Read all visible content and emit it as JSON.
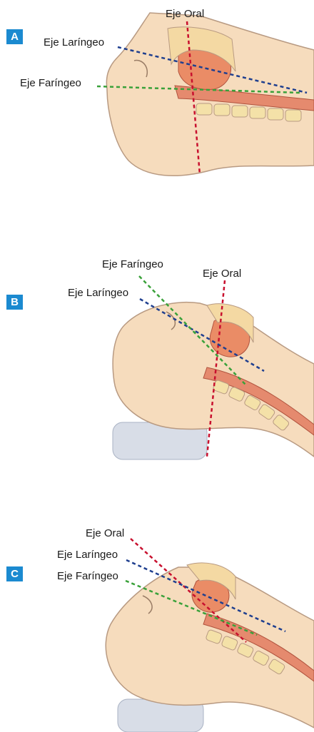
{
  "colors": {
    "oral_axis": "#c8102e",
    "laryngeal_axis": "#1f3f8f",
    "pharyngeal_axis": "#3aa13a",
    "badge": "#1b8ad0",
    "skin": "#f6dcbd",
    "pillow": "#d8dde7"
  },
  "panels": [
    {
      "letter": "A",
      "labels": {
        "oral": "Eje Oral",
        "laryngeal": "Eje Laríngeo",
        "pharyngeal": "Eje Faríngeo"
      }
    },
    {
      "letter": "B",
      "labels": {
        "oral": "Eje Oral",
        "laryngeal": "Eje Laríngeo",
        "pharyngeal": "Eje Faríngeo"
      }
    },
    {
      "letter": "C",
      "labels": {
        "oral": "Eje Oral",
        "laryngeal": "Eje Laríngeo",
        "pharyngeal": "Eje Faríngeo"
      }
    }
  ]
}
